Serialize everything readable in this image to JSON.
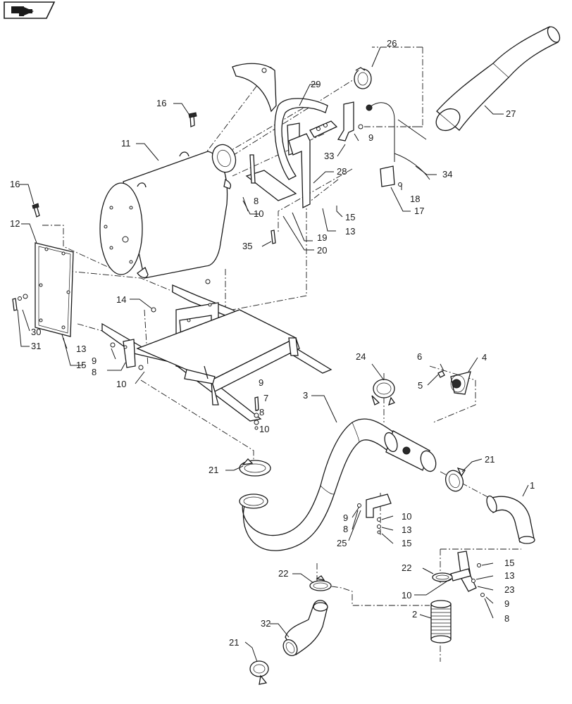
{
  "nav_icon": {
    "name": "back-arrow-icon"
  },
  "callouts": [
    {
      "id": "c1",
      "text": "1"
    },
    {
      "id": "c2",
      "text": "2"
    },
    {
      "id": "c3",
      "text": "3"
    },
    {
      "id": "c4",
      "text": "4"
    },
    {
      "id": "c5",
      "text": "5"
    },
    {
      "id": "c6",
      "text": "6"
    },
    {
      "id": "c7",
      "text": "7"
    },
    {
      "id": "c8a",
      "text": "8"
    },
    {
      "id": "c8b",
      "text": "8"
    },
    {
      "id": "c8c",
      "text": "8"
    },
    {
      "id": "c8d",
      "text": "8"
    },
    {
      "id": "c8e",
      "text": "8"
    },
    {
      "id": "c9a",
      "text": "9"
    },
    {
      "id": "c9b",
      "text": "9"
    },
    {
      "id": "c9c",
      "text": "9"
    },
    {
      "id": "c9d",
      "text": "9"
    },
    {
      "id": "c9e",
      "text": "9"
    },
    {
      "id": "c10a",
      "text": "10"
    },
    {
      "id": "c10b",
      "text": "10"
    },
    {
      "id": "c10c",
      "text": "10"
    },
    {
      "id": "c10d",
      "text": "10"
    },
    {
      "id": "c10e",
      "text": "10"
    },
    {
      "id": "c11",
      "text": "11"
    },
    {
      "id": "c12",
      "text": "12"
    },
    {
      "id": "c13a",
      "text": "13"
    },
    {
      "id": "c13b",
      "text": "13"
    },
    {
      "id": "c13c",
      "text": "13"
    },
    {
      "id": "c13d",
      "text": "13"
    },
    {
      "id": "c14",
      "text": "14"
    },
    {
      "id": "c15a",
      "text": "15"
    },
    {
      "id": "c15b",
      "text": "15"
    },
    {
      "id": "c15c",
      "text": "15"
    },
    {
      "id": "c15d",
      "text": "15"
    },
    {
      "id": "c16a",
      "text": "16"
    },
    {
      "id": "c16b",
      "text": "16"
    },
    {
      "id": "c17",
      "text": "17"
    },
    {
      "id": "c18",
      "text": "18"
    },
    {
      "id": "c19",
      "text": "19"
    },
    {
      "id": "c20",
      "text": "20"
    },
    {
      "id": "c21a",
      "text": "21"
    },
    {
      "id": "c21b",
      "text": "21"
    },
    {
      "id": "c21c",
      "text": "21"
    },
    {
      "id": "c22a",
      "text": "22"
    },
    {
      "id": "c22b",
      "text": "22"
    },
    {
      "id": "c23",
      "text": "23"
    },
    {
      "id": "c24",
      "text": "24"
    },
    {
      "id": "c25",
      "text": "25"
    },
    {
      "id": "c26",
      "text": "26"
    },
    {
      "id": "c27",
      "text": "27"
    },
    {
      "id": "c28",
      "text": "28"
    },
    {
      "id": "c29",
      "text": "29"
    },
    {
      "id": "c30",
      "text": "30"
    },
    {
      "id": "c31",
      "text": "31"
    },
    {
      "id": "c32",
      "text": "32"
    },
    {
      "id": "c33",
      "text": "33"
    },
    {
      "id": "c34",
      "text": "34"
    },
    {
      "id": "c35",
      "text": "35"
    }
  ]
}
